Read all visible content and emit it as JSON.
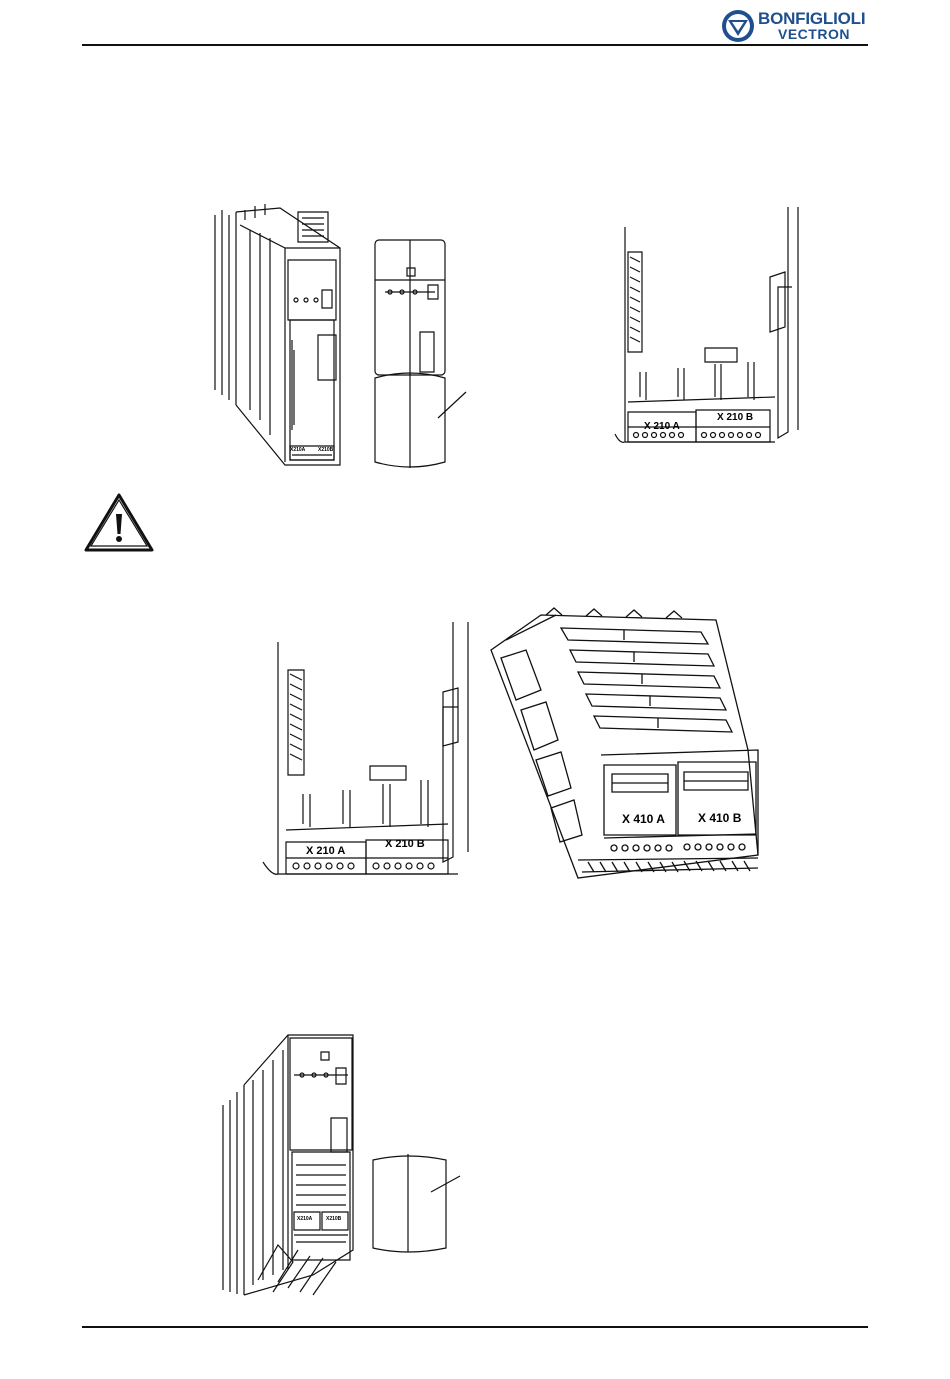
{
  "header": {
    "brand_line1": "BONFIGLIOLI",
    "brand_line2": "VECTRON",
    "logo_icon": "bonfiglioli-logo-icon",
    "brand_color": "#1f4f8f"
  },
  "figure1": {
    "terminal_labels": [
      "X210A",
      "X210B"
    ]
  },
  "figure2": {
    "terminal_labels": [
      "X 210 A",
      "X 210 B"
    ]
  },
  "warning": {
    "icon": "warning-triangle-icon"
  },
  "figure3": {
    "left_terminal_labels": [
      "X 210 A",
      "X 210 B"
    ],
    "module_terminal_labels": [
      "X 410 A",
      "X 410 B"
    ]
  },
  "figure4": {
    "terminal_labels": [
      "X210A",
      "X210B"
    ]
  }
}
